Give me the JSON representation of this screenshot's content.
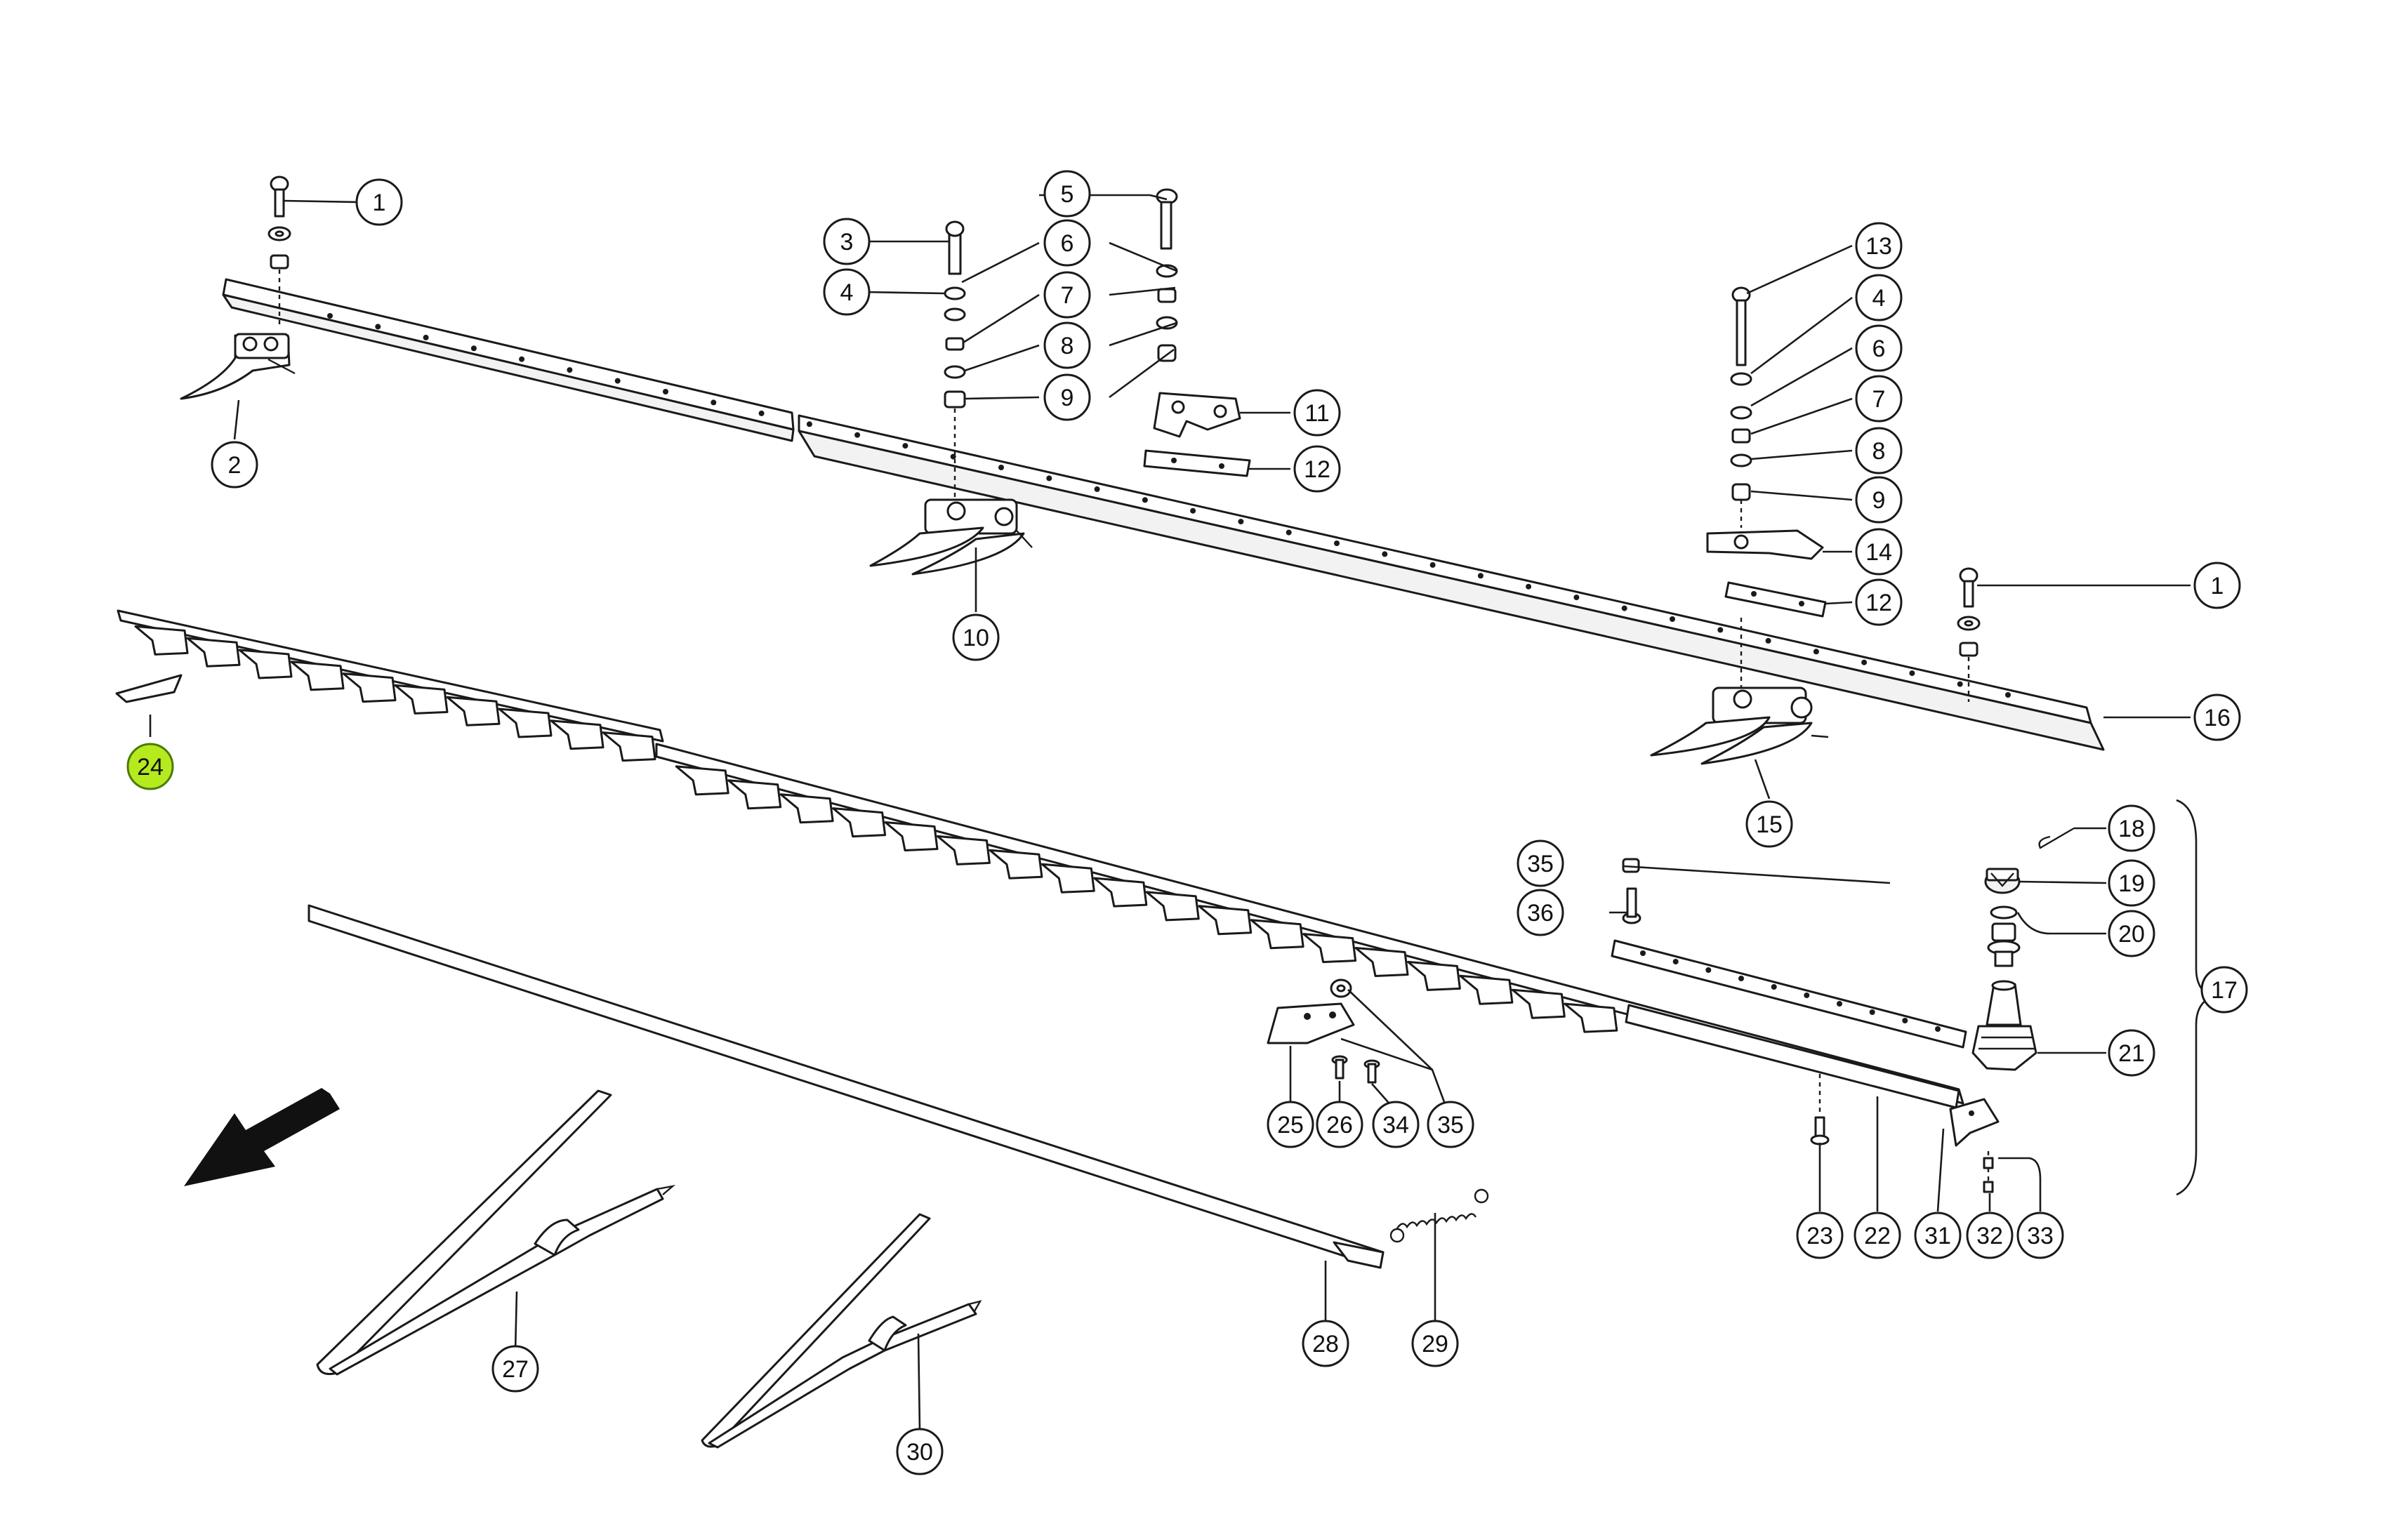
{
  "accent_color": "#b5ea1e",
  "highlighted_part": "24",
  "callouts": {
    "c1a": "1",
    "c1b": "1",
    "c2": "2",
    "c3": "3",
    "c4a": "4",
    "c4b": "4",
    "c5": "5",
    "c6a": "6",
    "c6b": "6",
    "c7a": "7",
    "c7b": "7",
    "c8a": "8",
    "c8b": "8",
    "c9a": "9",
    "c9b": "9",
    "c10": "10",
    "c11": "11",
    "c12a": "12",
    "c12b": "12",
    "c13": "13",
    "c14": "14",
    "c15": "15",
    "c16": "16",
    "c17": "17",
    "c18": "18",
    "c19": "19",
    "c20": "20",
    "c21": "21",
    "c22": "22",
    "c23": "23",
    "c24": "24",
    "c25": "25",
    "c26": "26",
    "c27": "27",
    "c28": "28",
    "c29": "29",
    "c30": "30",
    "c31": "31",
    "c32": "32",
    "c33": "33",
    "c34": "34",
    "c35a": "35",
    "c35b": "35",
    "c36": "36"
  }
}
